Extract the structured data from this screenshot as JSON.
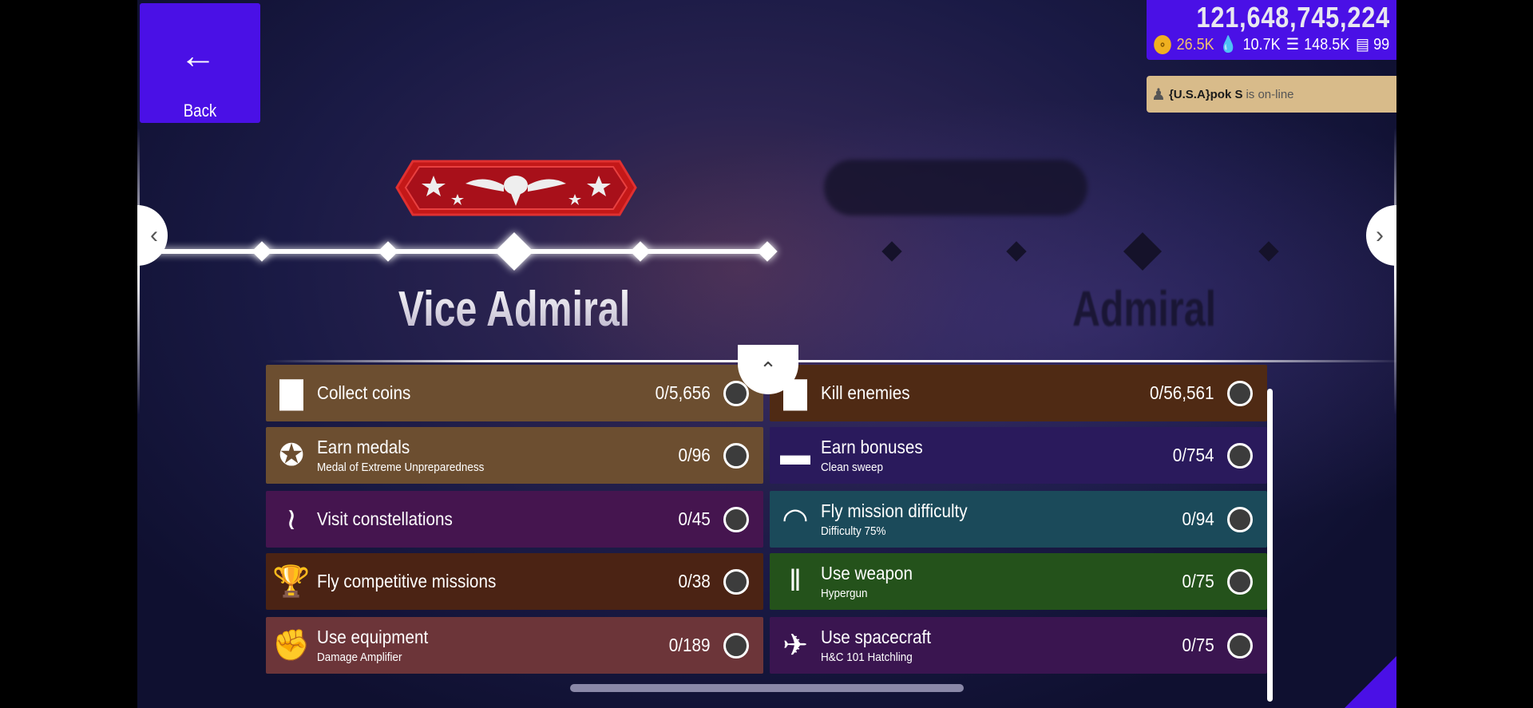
{
  "back": {
    "label": "Back",
    "icon": "arrow-left-icon"
  },
  "currency": {
    "credits": "121,648,745,224",
    "keys": "26.5K",
    "drops": "10.7K",
    "food": "148.5K",
    "stacks": "99"
  },
  "notification": {
    "player": "{U.S.A}pok S",
    "message": "is on-line"
  },
  "rank": {
    "current": "Vice Admiral",
    "next": "Admiral"
  },
  "missions": {
    "left": [
      {
        "title": "Collect coins",
        "subtitle": "",
        "progress": "0/5,656",
        "icon": "bar-chart-icon",
        "color": "#6c4e30"
      },
      {
        "title": "Earn medals",
        "subtitle": "Medal of Extreme Unpreparedness",
        "progress": "0/96",
        "icon": "medal-icon",
        "color": "#6c4e30"
      },
      {
        "title": "Visit constellations",
        "subtitle": "",
        "progress": "0/45",
        "icon": "constellation-icon",
        "color": "#45154f"
      },
      {
        "title": "Fly competitive missions",
        "subtitle": "",
        "progress": "0/38",
        "icon": "trophy-icon",
        "color": "#4b2314"
      },
      {
        "title": "Use equipment",
        "subtitle": "Damage Amplifier",
        "progress": "0/189",
        "icon": "muscle-icon",
        "color": "#6c3539"
      }
    ],
    "right": [
      {
        "title": "Kill enemies",
        "subtitle": "",
        "progress": "0/56,561",
        "icon": "bar-chart-icon",
        "color": "#4f2a14"
      },
      {
        "title": "Earn bonuses",
        "subtitle": "Clean sweep",
        "progress": "0/754",
        "icon": "bonus-bar-icon",
        "color": "#2a1a5c"
      },
      {
        "title": "Fly mission difficulty",
        "subtitle": "Difficulty 75%",
        "progress": "0/94",
        "icon": "gauge-icon",
        "color": "#1b4a5a"
      },
      {
        "title": "Use weapon",
        "subtitle": "Hypergun",
        "progress": "0/75",
        "icon": "weapon-beams-icon",
        "color": "#24521b"
      },
      {
        "title": "Use spacecraft",
        "subtitle": "H&C 101 Hatchling",
        "progress": "0/75",
        "icon": "spacecraft-icon",
        "color": "#3a1550"
      }
    ]
  }
}
